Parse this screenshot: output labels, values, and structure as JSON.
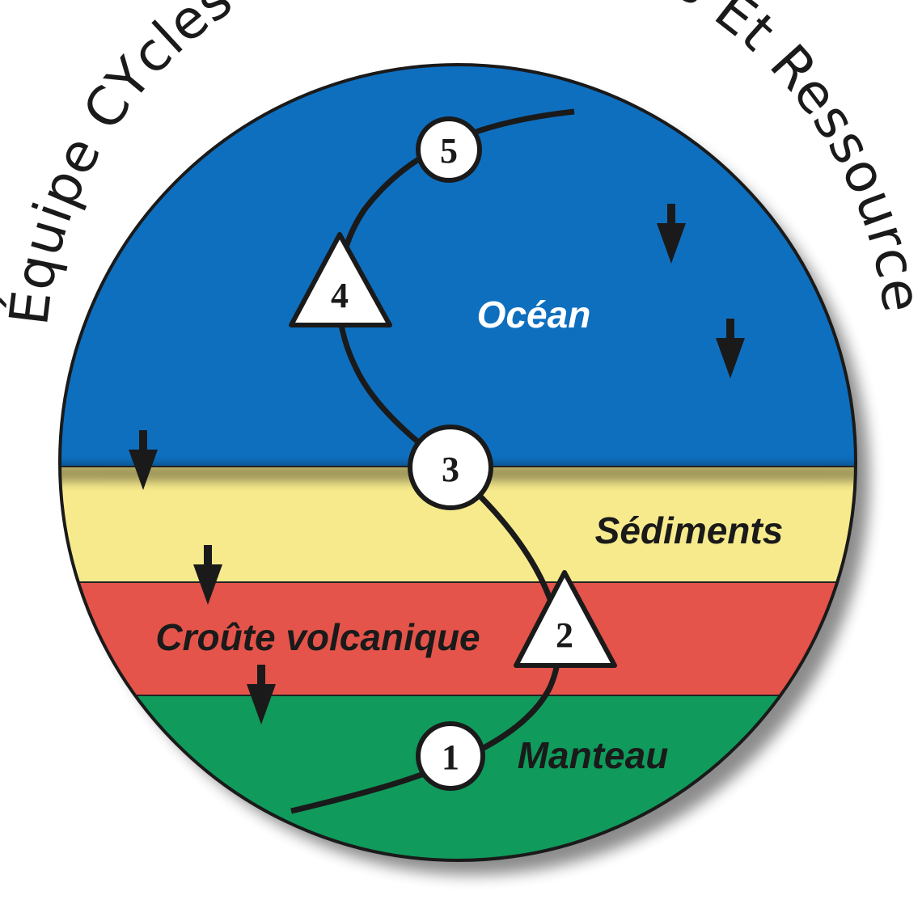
{
  "title": "Équipe CYcles Biogéochimiques Et Ressources",
  "colors": {
    "ocean": "#0f6fbf",
    "sediments": "#f6ea8c",
    "crust": "#e4544a",
    "mantle": "#109a5b",
    "ink": "#1a1a1a",
    "marker_fill": "#ffffff"
  },
  "layers": [
    {
      "key": "ocean",
      "label": "Océan",
      "label_color": "#ffffff"
    },
    {
      "key": "sediments",
      "label": "Sédiments",
      "label_color": "#1a1a1a"
    },
    {
      "key": "crust",
      "label": "Croûte volcanique",
      "label_color": "#1a1a1a"
    },
    {
      "key": "mantle",
      "label": "Manteau",
      "label_color": "#1a1a1a"
    }
  ],
  "markers": [
    {
      "number": "1",
      "shape": "circle"
    },
    {
      "number": "2",
      "shape": "triangle"
    },
    {
      "number": "3",
      "shape": "circle"
    },
    {
      "number": "4",
      "shape": "triangle"
    },
    {
      "number": "5",
      "shape": "circle"
    }
  ],
  "arrow_icon": "down-arrow-icon"
}
